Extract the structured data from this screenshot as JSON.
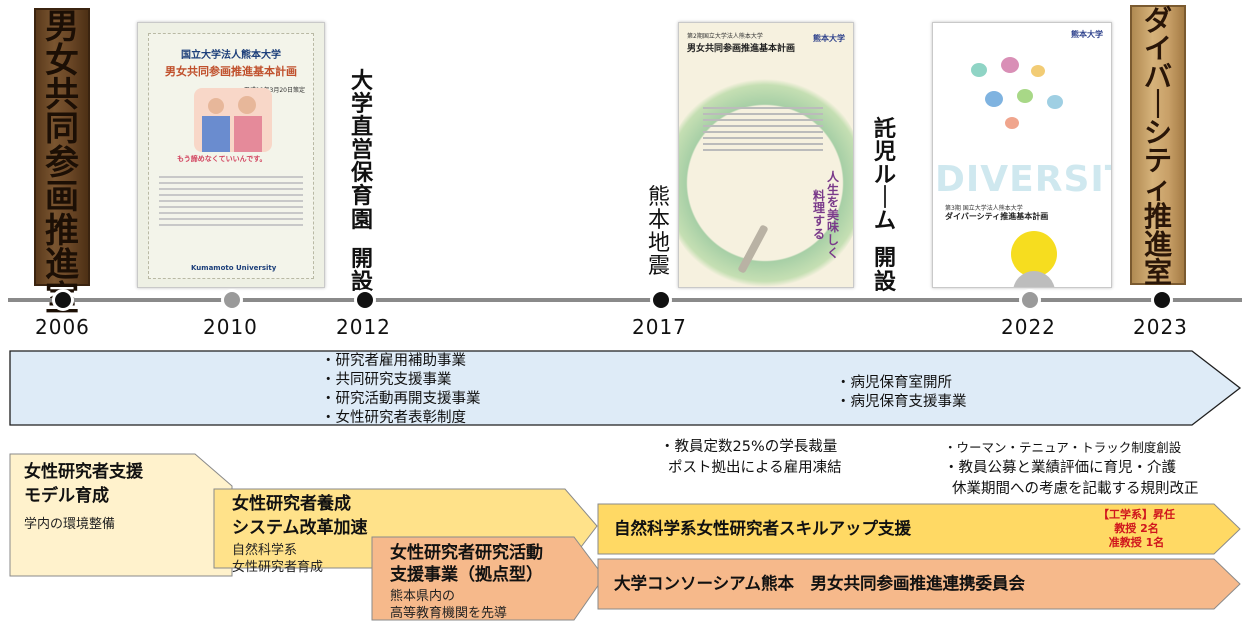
{
  "signboards": {
    "left_text": "男女共同参画推進室",
    "right_text": "ダイバーシティ推進室"
  },
  "doc2010": {
    "org": "国立大学法人熊本大学",
    "title": "男女共同参画推進基本計画",
    "date": "平成19年3月20日策定",
    "banner": "もう諦めなくていいんです。",
    "logo": "Kumamoto University"
  },
  "doc2017": {
    "top_line": "第2期国立大学法人熊本大学",
    "title": "男女共同参画推進基本計画",
    "brand": "熊本大学",
    "slogan_a": "人生を美味しく",
    "slogan_b": "料理する…"
  },
  "doc2022": {
    "brand": "熊本大学",
    "watermark": "DIVERSITY",
    "line1": "第3期 国立大学法人熊本大学",
    "line2": "ダイバーシティ推進基本計画"
  },
  "events": {
    "e2012": "大学直営保育園 開設",
    "e2017": "熊本地震",
    "e2018": "託児ルーム 開設"
  },
  "timeline": {
    "years": [
      "2006",
      "2010",
      "2012",
      "2017",
      "2022",
      "2023"
    ],
    "line_color": "#8a8a8a"
  },
  "programs_2012": [
    "・研究者雇用補助事業",
    "・共同研究支援事業",
    "・研究活動再開支援事業",
    "・女性研究者表彰制度"
  ],
  "programs_2018": [
    "・病児保育室開所",
    "・病児保育支援事業"
  ],
  "note_2017": [
    "・教員定数25%の学長裁量",
    "ポスト拠出による雇用凍結"
  ],
  "note_2022": [
    "・ウーマン・テニュア・トラック制度創設",
    "・教員公募と業績評価に育児・介護",
    "休業期間への考慮を記載する規則改正"
  ],
  "blocks": {
    "b1_title_1": "女性研究者支援",
    "b1_title_2": "モデル育成",
    "b1_sub": "学内の環境整備",
    "b2_title_1": "女性研究者養成",
    "b2_title_2": "システム改革加速",
    "b2_sub_1": "自然科学系",
    "b2_sub_2": "女性研究者育成",
    "b3_title_1": "女性研究者研究活動",
    "b3_title_2": "支援事業（拠点型）",
    "b3_sub_1": "熊本県内の",
    "b3_sub_2": "高等教育機関を先導",
    "b4_title": "自然科学系女性研究者スキルアップ支援",
    "b4_red_1": "【工学系】昇任",
    "b4_red_2": "教授 2名",
    "b4_red_3": "准教授 1名",
    "b5_title": "大学コンソーシアム熊本　男女共同参画推進連携委員会"
  },
  "colors": {
    "big_arrow_fill": "#deebf7",
    "yellow_light": "#fff2cc",
    "yellow_mid": "#ffe28a",
    "yellow_strong": "#ffd964",
    "orange": "#f6b98b",
    "red_note": "#d0161d"
  }
}
